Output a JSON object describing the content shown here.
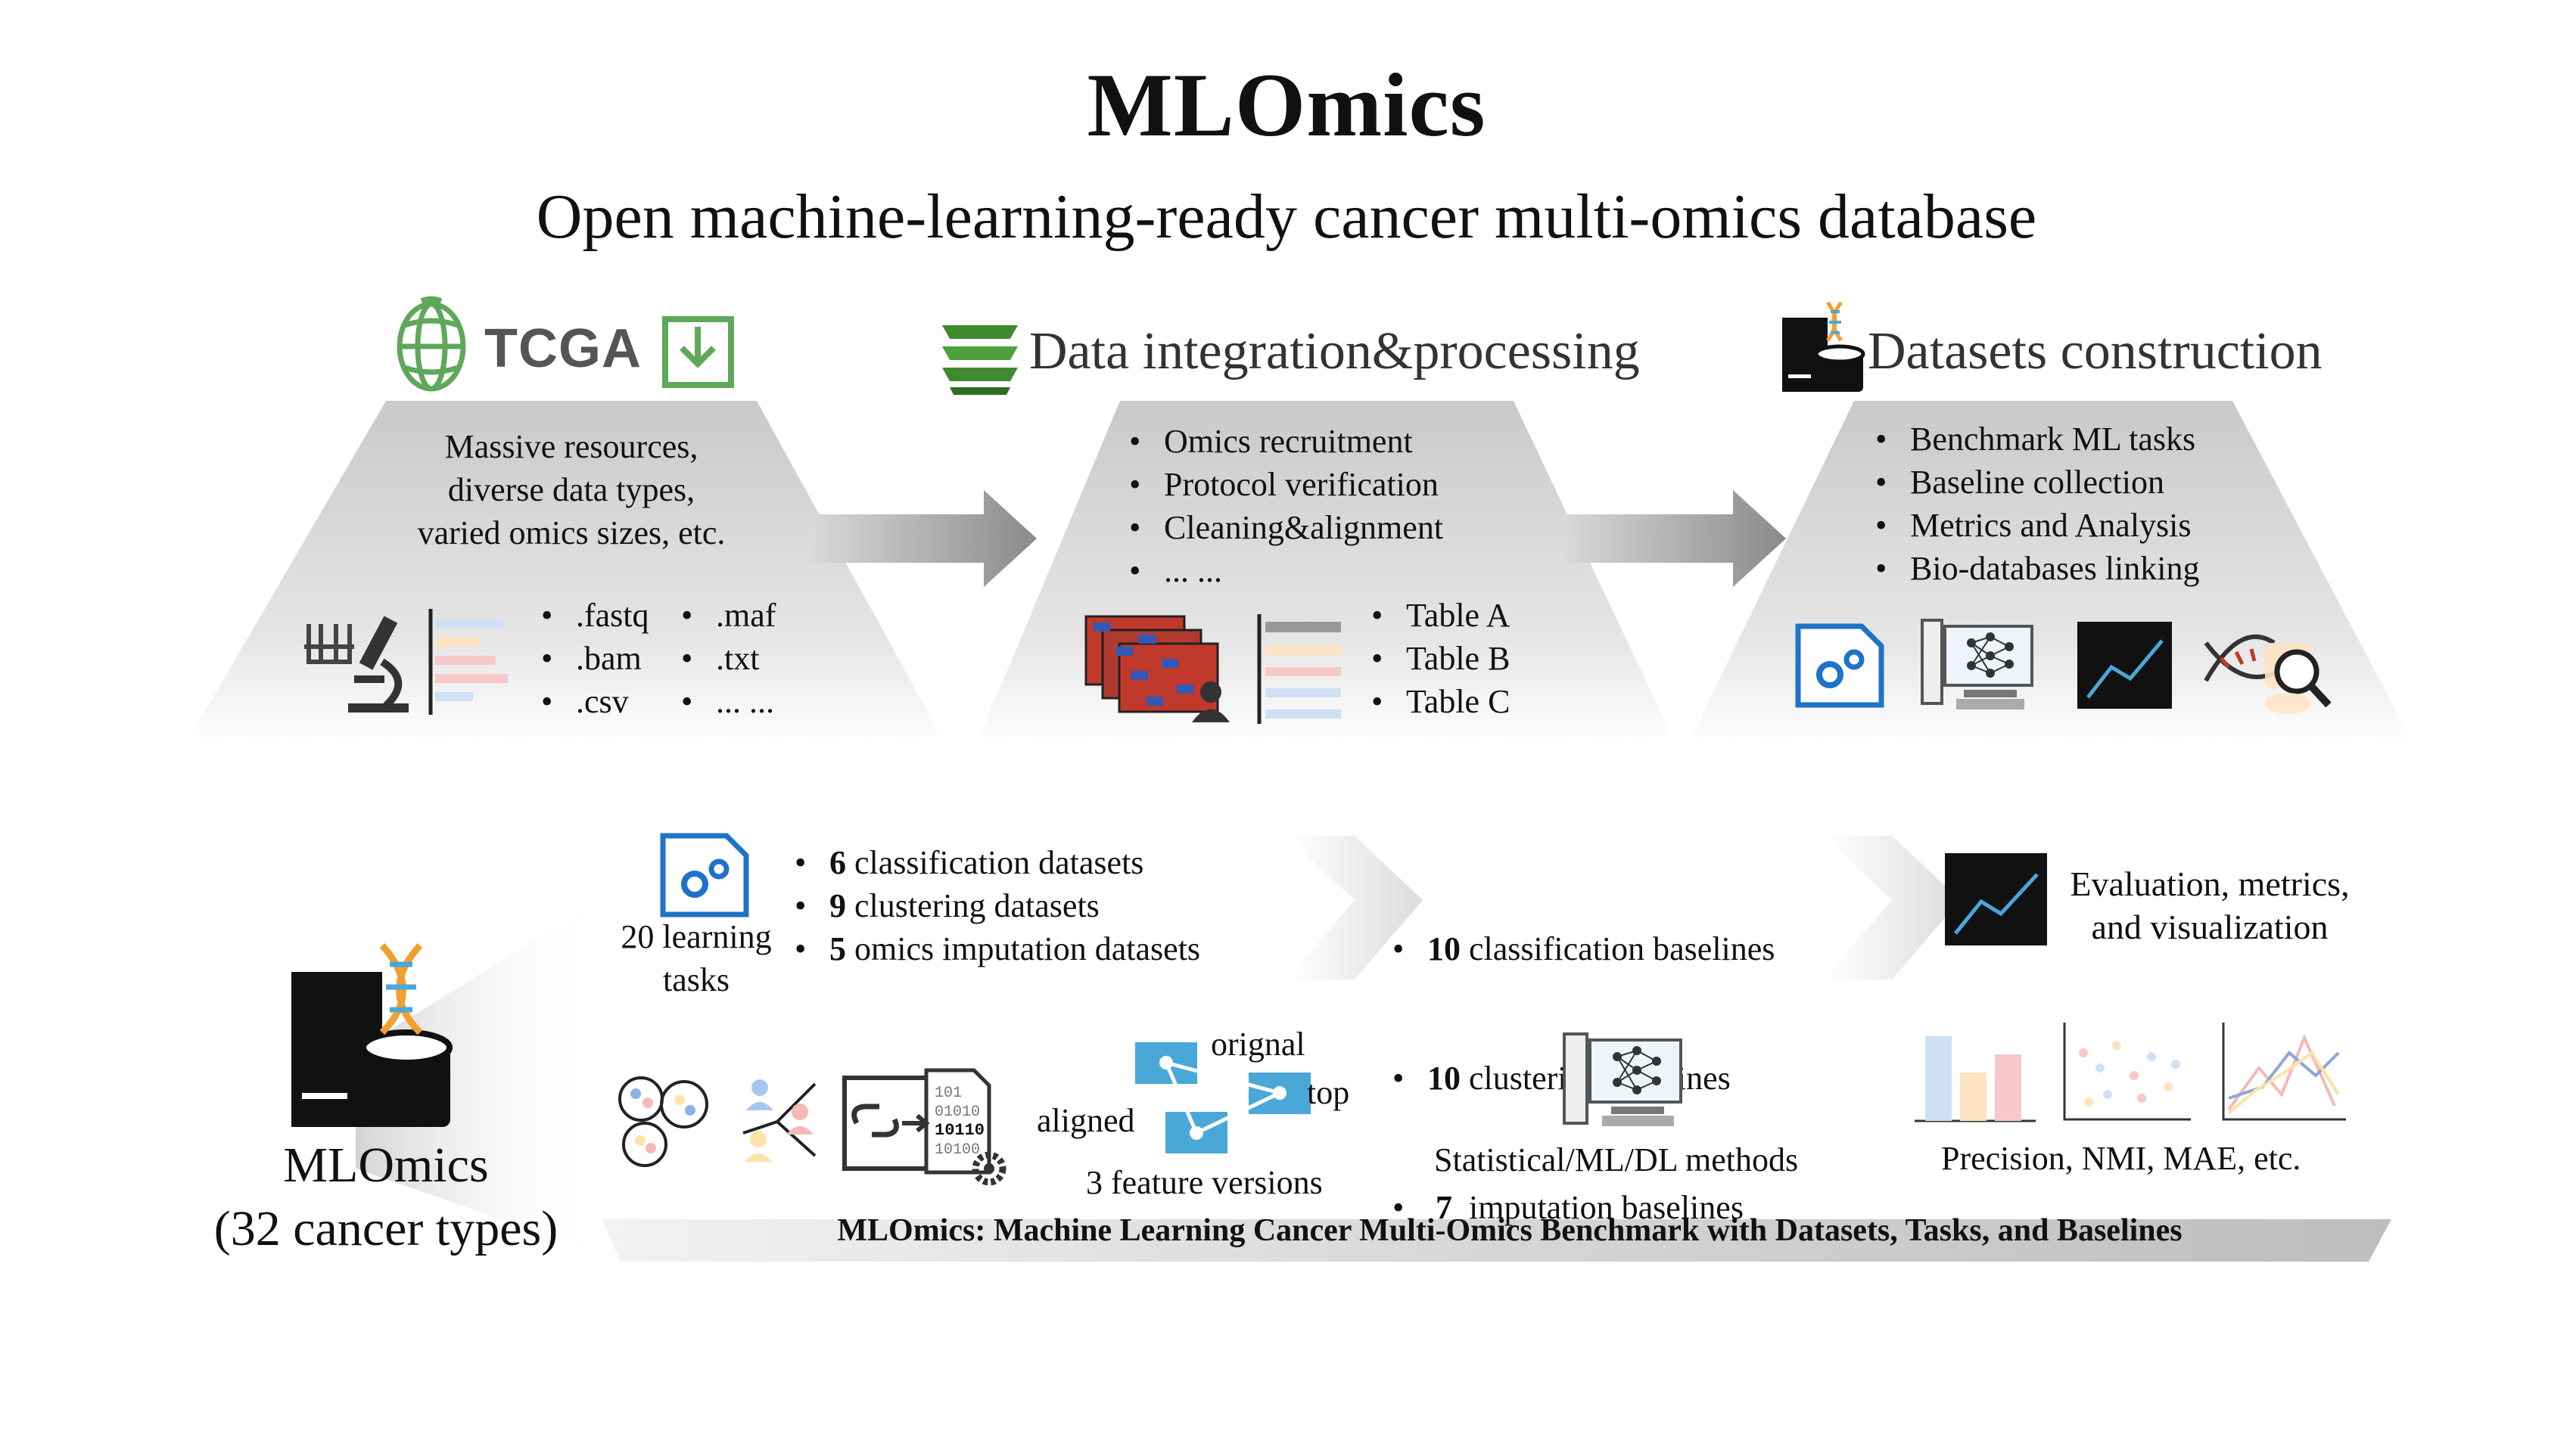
{
  "header": {
    "title": "MLOmics",
    "subtitle": "Open machine-learning-ready cancer multi-omics database"
  },
  "stages": {
    "source": {
      "logo_text": "TCGA",
      "description": [
        "Massive resources,",
        "diverse data types,",
        "varied omics sizes, etc."
      ],
      "formats_col1": [
        ".fastq",
        ".bam",
        ".csv"
      ],
      "formats_col2": [
        ".maf",
        ".txt",
        "... ..."
      ]
    },
    "processing": {
      "title": "Data integration&processing",
      "steps": [
        "Omics recruitment",
        "Protocol verification",
        "Cleaning&alignment",
        "... ..."
      ],
      "tables": [
        "Table A",
        "Table B",
        "Table C"
      ]
    },
    "construction": {
      "title": "Datasets construction",
      "items": [
        "Benchmark ML tasks",
        "Baseline collection",
        "Metrics and Analysis",
        "Bio-databases linking"
      ]
    }
  },
  "benchmark": {
    "db_label": "MLOmics",
    "db_sublabel": "(32 cancer types)",
    "tasks_label": [
      "20 learning",
      "tasks"
    ],
    "datasets": [
      {
        "count": "6",
        "text": " classification datasets"
      },
      {
        "count": "9",
        "text": " clustering datasets"
      },
      {
        "count": "5",
        "text": " omics imputation datasets"
      }
    ],
    "baselines": [
      {
        "count": "10",
        "text": " classification baselines"
      },
      {
        "count": "10",
        "text": " clustering baselines"
      },
      {
        "count": " 7",
        "text": "  imputation baselines"
      }
    ],
    "evaluation": [
      "Evaluation, metrics,",
      "and visualization"
    ],
    "feature_versions": {
      "orignal": "orignal",
      "top": "top",
      "aligned": "aligned",
      "caption": "3 feature versions"
    },
    "methods_caption": "Statistical/ML/DL methods",
    "metrics_caption": "Precision, NMI, MAE, etc.",
    "banner": "MLOmics: Machine Learning Cancer Multi-Omics Benchmark with Datasets, Tasks, and Baselines"
  },
  "colors": {
    "tcga_green": "#5fa859",
    "aws_green": "#3f8a2e",
    "accent_blue": "#1e73c8",
    "flow_blue": "#4aa8d8",
    "heat_red": "#c0392b",
    "heat_blue": "#3159b8"
  }
}
